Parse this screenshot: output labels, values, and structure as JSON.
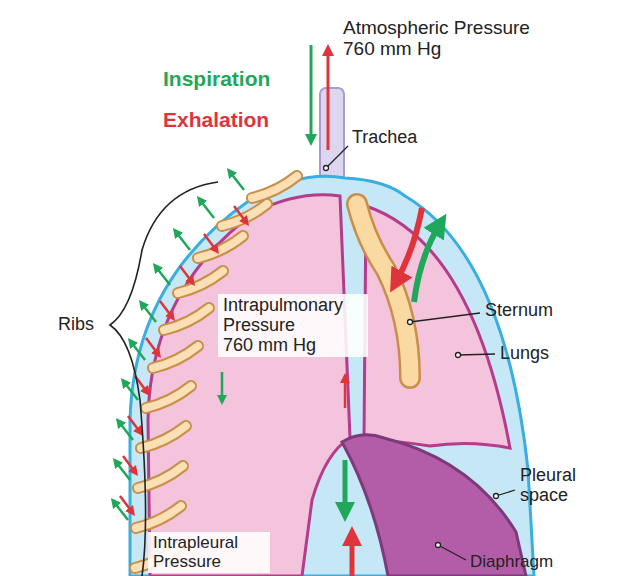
{
  "diagram": {
    "nodes": [
      {
        "text": [
          "Intrapulmonary Pressure",
          "760 mm Hg"
        ]
      },
      {
        "text": [
          "Intrapleural Pressure"
        ]
      }
    ],
    "labels": [
      "Atmospheric Pressure 760 mm Hg",
      "Trachea",
      "Ribs",
      "Sternum",
      "Lungs",
      "Pleural space",
      "Diaphragm"
    ],
    "legend": [
      {
        "text": "Inspiration",
        "color": "#1fa85a"
      },
      {
        "text": "Exhalation",
        "color": "#e0343c"
      }
    ]
  }
}
